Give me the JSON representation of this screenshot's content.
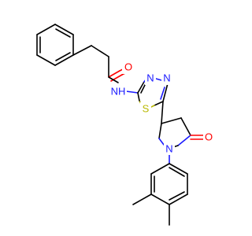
{
  "colors": {
    "background": "#ffffff",
    "carbon": "#000000",
    "nitrogen": "#1a1aff",
    "oxygen": "#ff0000",
    "sulfur": "#b8b800"
  },
  "atoms": {
    "amide_o": "O",
    "amide_nh": "NH",
    "thiadiazole_n1": "N",
    "thiadiazole_n2": "N",
    "thiadiazole_s": "S",
    "lactam_o": "O",
    "pyrrolidine_n": "N"
  }
}
